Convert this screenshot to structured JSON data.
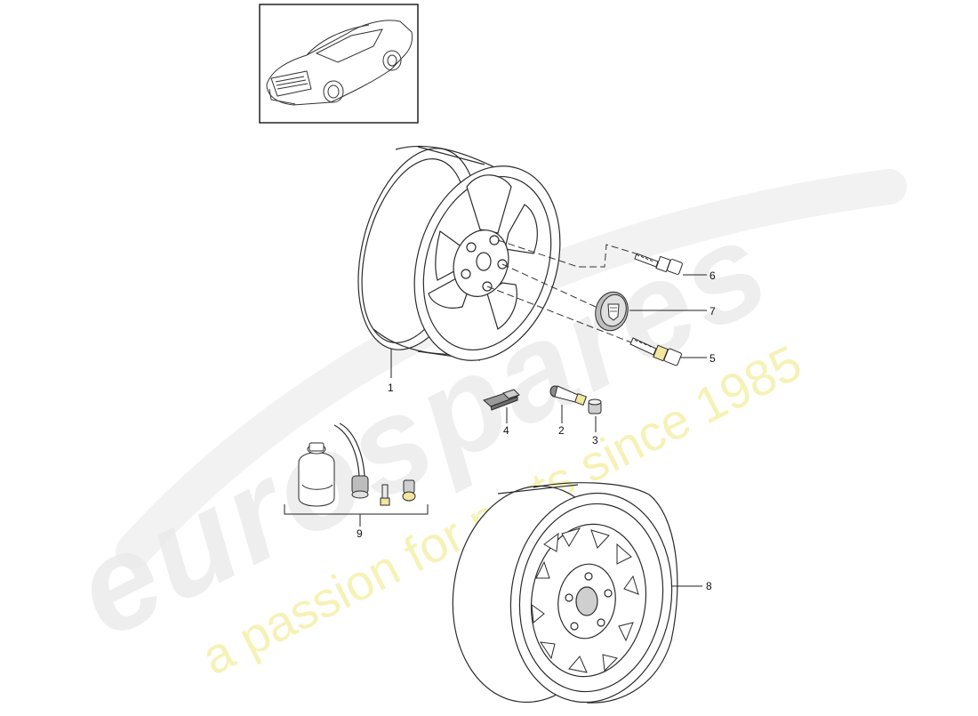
{
  "watermark": {
    "logo_text": "eurospares",
    "tagline": "a passion for parts since 1985",
    "logo_color": "#e9e9e9",
    "tagline_color": "#f4f0a6"
  },
  "parts": [
    {
      "label": "1"
    },
    {
      "label": "2"
    },
    {
      "label": "3"
    },
    {
      "label": "4"
    },
    {
      "label": "5"
    },
    {
      "label": "6"
    },
    {
      "label": "7"
    },
    {
      "label": "8"
    },
    {
      "label": "9"
    }
  ],
  "colors": {
    "line": "#2b2b2b",
    "fill": "#ffffff",
    "shade": "#d9d9d9",
    "brass": "#f2e6a0"
  }
}
